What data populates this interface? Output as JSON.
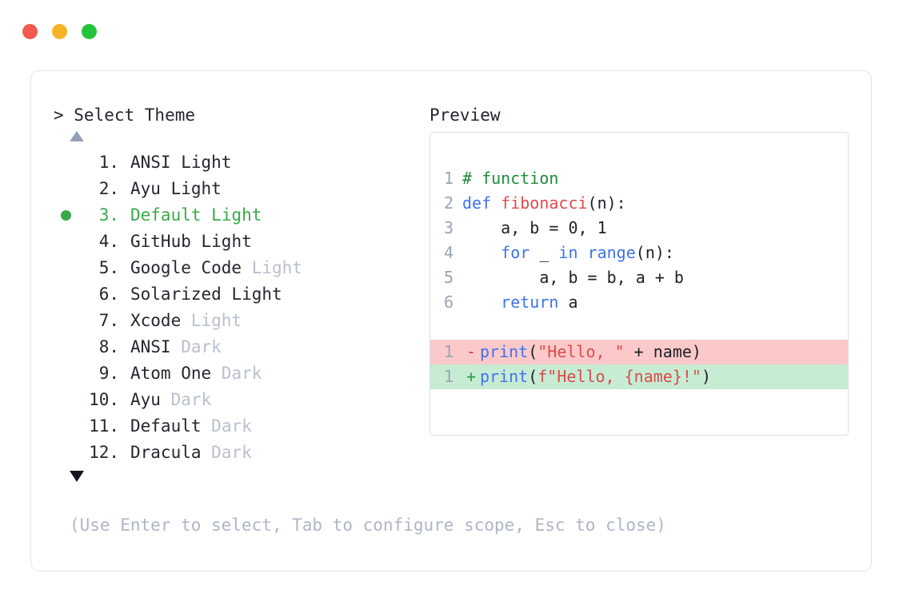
{
  "window": {
    "controls": [
      {
        "name": "close",
        "color": "#f2594f"
      },
      {
        "name": "minimize",
        "color": "#f5b327"
      },
      {
        "name": "maximize",
        "color": "#24c33e"
      }
    ]
  },
  "prompt": {
    "heading": "> Select Theme",
    "preview_heading": "Preview"
  },
  "scroll": {
    "up_indicator": "▲",
    "down_indicator": "▼"
  },
  "selection": {
    "selected_index": 3,
    "selected_color": "#3aa94a",
    "muted_color": "#b9c0cd"
  },
  "themes": [
    {
      "index": "1.",
      "name": "ANSI",
      "variant": "Light",
      "variant_muted": false,
      "selected": false
    },
    {
      "index": "2.",
      "name": "Ayu",
      "variant": "Light",
      "variant_muted": false,
      "selected": false
    },
    {
      "index": "3.",
      "name": "Default",
      "variant": "Light",
      "variant_muted": false,
      "selected": true
    },
    {
      "index": "4.",
      "name": "GitHub",
      "variant": "Light",
      "variant_muted": false,
      "selected": false
    },
    {
      "index": "5.",
      "name": "Google Code",
      "variant": "Light",
      "variant_muted": true,
      "selected": false
    },
    {
      "index": "6.",
      "name": "Solarized",
      "variant": "Light",
      "variant_muted": false,
      "selected": false
    },
    {
      "index": "7.",
      "name": "Xcode",
      "variant": "Light",
      "variant_muted": true,
      "selected": false
    },
    {
      "index": "8.",
      "name": "ANSI",
      "variant": "Dark",
      "variant_muted": true,
      "selected": false
    },
    {
      "index": "9.",
      "name": "Atom One",
      "variant": "Dark",
      "variant_muted": true,
      "selected": false
    },
    {
      "index": "10.",
      "name": "Ayu",
      "variant": "Dark",
      "variant_muted": true,
      "selected": false
    },
    {
      "index": "11.",
      "name": "Default",
      "variant": "Dark",
      "variant_muted": true,
      "selected": false
    },
    {
      "index": "12.",
      "name": "Dracula",
      "variant": "Dark",
      "variant_muted": true,
      "selected": false
    }
  ],
  "preview": {
    "code_lines": [
      {
        "no": "1",
        "tokens": [
          {
            "t": "# function",
            "c": "comment"
          }
        ]
      },
      {
        "no": "2",
        "tokens": [
          {
            "t": "def ",
            "c": "keyword"
          },
          {
            "t": "fibonacci",
            "c": "func"
          },
          {
            "t": "(n):",
            "c": "plain"
          }
        ]
      },
      {
        "no": "3",
        "tokens": [
          {
            "t": "    a, b = 0, 1",
            "c": "plain"
          }
        ]
      },
      {
        "no": "4",
        "tokens": [
          {
            "t": "    ",
            "c": "plain"
          },
          {
            "t": "for",
            "c": "keyword"
          },
          {
            "t": " _ ",
            "c": "plain"
          },
          {
            "t": "in",
            "c": "keyword"
          },
          {
            "t": " ",
            "c": "plain"
          },
          {
            "t": "range",
            "c": "builtin"
          },
          {
            "t": "(n):",
            "c": "plain"
          }
        ]
      },
      {
        "no": "5",
        "tokens": [
          {
            "t": "        a, b = b, a + b",
            "c": "plain"
          }
        ]
      },
      {
        "no": "6",
        "tokens": [
          {
            "t": "    ",
            "c": "plain"
          },
          {
            "t": "return",
            "c": "keyword"
          },
          {
            "t": " a",
            "c": "plain"
          }
        ]
      }
    ],
    "diff_lines": [
      {
        "no": "1",
        "marker": "-",
        "kind": "removed",
        "tokens": [
          {
            "t": "print",
            "c": "builtin"
          },
          {
            "t": "(",
            "c": "plain"
          },
          {
            "t": "\"Hello, \"",
            "c": "string"
          },
          {
            "t": " + name)",
            "c": "plain"
          }
        ]
      },
      {
        "no": "1",
        "marker": "+",
        "kind": "added",
        "tokens": [
          {
            "t": "print",
            "c": "builtin"
          },
          {
            "t": "(",
            "c": "plain"
          },
          {
            "t": "f\"Hello, {name}!\"",
            "c": "string"
          },
          {
            "t": ")",
            "c": "plain"
          }
        ]
      }
    ],
    "diff_colors": {
      "removed_bg": "#fbc9c9",
      "added_bg": "#c6ecd4"
    }
  },
  "hint": {
    "text": "(Use Enter to select, Tab to configure scope, Esc to close)"
  }
}
